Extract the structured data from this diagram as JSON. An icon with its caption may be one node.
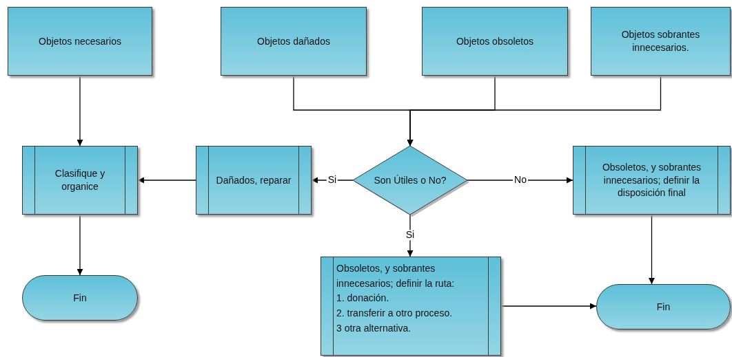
{
  "diagram": {
    "nodes": [
      {
        "text": [
          "Objetos necesarios"
        ]
      },
      {
        "text": [
          "Objetos dañados"
        ]
      },
      {
        "text": [
          "Objetos obsoletos"
        ]
      },
      {
        "text": [
          "Objetos sobrantes innecesarios."
        ]
      },
      {
        "text": [
          "Clasifique y organice"
        ]
      },
      {
        "text": [
          "Dañados, reparar"
        ]
      },
      {
        "text": [
          "Son Útiles o No?"
        ]
      },
      {
        "text": [
          "Obsoletos, y sobrantes innecesarios; definir la disposición final"
        ]
      },
      {
        "text": [
          "Obsoletos, y sobrantes innecesarios; definir la ruta:",
          "1. donación.",
          "2. transferir a otro proceso.",
          "3 otra alternativa."
        ]
      },
      {
        "text": [
          "Fin"
        ]
      },
      {
        "text": [
          "Fin"
        ]
      }
    ],
    "edges": [
      {
        "from": 0,
        "to": 4,
        "arrow": "to"
      },
      {
        "from": 1,
        "to": 6,
        "arrow": "to"
      },
      {
        "from": 2,
        "to": 6,
        "arrow": "to"
      },
      {
        "from": 3,
        "to": 6,
        "arrow": "to"
      },
      {
        "from": 6,
        "to": 5,
        "arrow": "to",
        "label": "Si"
      },
      {
        "from": 5,
        "to": 4,
        "arrow": "to"
      },
      {
        "from": 6,
        "to": 7,
        "arrow": "to",
        "label": "No"
      },
      {
        "from": 6,
        "to": 8,
        "arrow": "to",
        "label": "Si"
      },
      {
        "from": 4,
        "to": 9,
        "arrow": "to"
      },
      {
        "from": 7,
        "to": 10,
        "arrow": "to"
      },
      {
        "from": 8,
        "to": 10,
        "arrow": "to"
      }
    ]
  }
}
